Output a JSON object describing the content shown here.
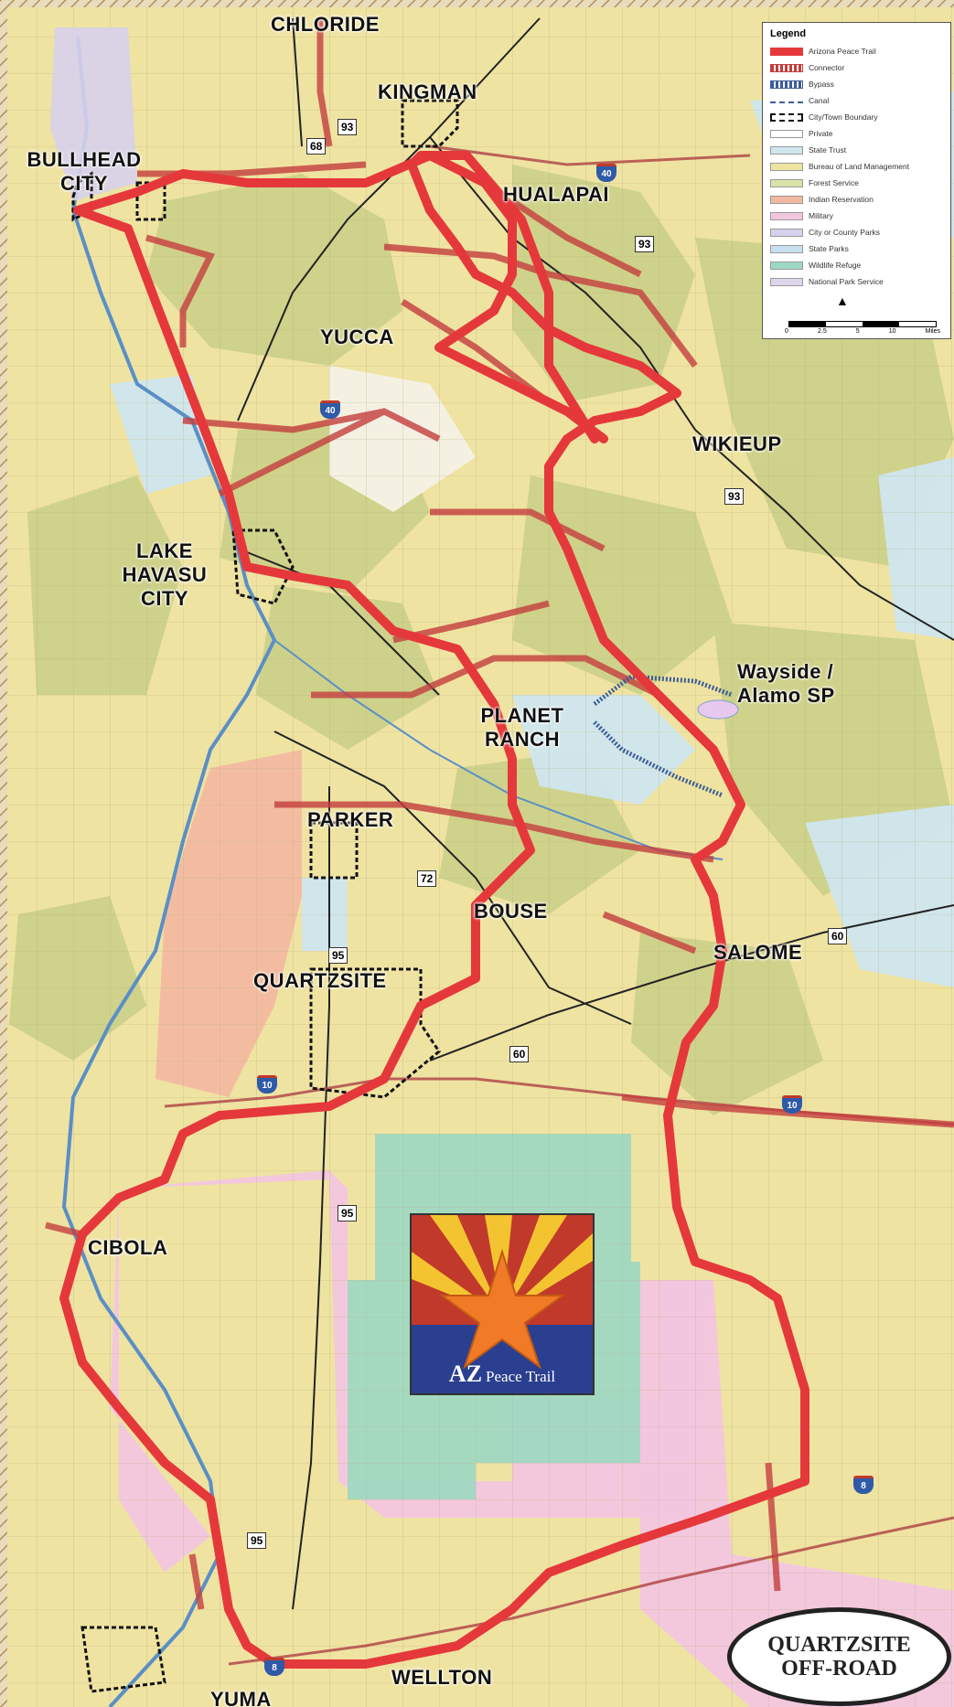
{
  "map": {
    "towns": {
      "chloride": "CHLORIDE",
      "kingman": "KINGMAN",
      "bullhead_1": "BULLHEAD",
      "bullhead_2": "CITY",
      "hualapai": "HUALAPAI",
      "yucca": "YUCCA",
      "wikieup": "WIKIEUP",
      "lake_1": "LAKE",
      "lake_2": "HAVASU",
      "lake_3": "CITY",
      "wayside_1": "Wayside /",
      "wayside_2": "Alamo SP",
      "planet_1": "PLANET",
      "planet_2": "RANCH",
      "parker": "PARKER",
      "bouse": "BOUSE",
      "salome": "SALOME",
      "quartzsite": "QUARTZSITE",
      "cibola": "CIBOLA",
      "wellton": "WELLTON",
      "yuma": "YUMA"
    },
    "highway_shields": {
      "us93_a": "93",
      "sr68": "68",
      "i40_a": "40",
      "us93_b": "93",
      "i40_b": "40",
      "us93_c": "93",
      "sr72": "72",
      "us60_a": "60",
      "us95_a": "95",
      "us60_b": "60",
      "i10_a": "10",
      "i10_b": "10",
      "us95_b": "95",
      "i8_a": "8",
      "us95_c": "95",
      "i8_b": "8"
    },
    "colors": {
      "trail": "#e5383b",
      "blm": "#efe3a2",
      "state_trust": "#cfe6ef",
      "forest": "#d8d48a",
      "reservation": "#f2b9a0",
      "military": "#f2c6df",
      "refuge": "#9fd8c2",
      "topo": "#c9cf86"
    }
  },
  "legend": {
    "title": "Legend",
    "items": [
      {
        "label": "Arizona Peace Trail",
        "swatch": "trail"
      },
      {
        "label": "Connector",
        "swatch": "connector"
      },
      {
        "label": "Bypass",
        "swatch": "bypass"
      },
      {
        "label": "Canal",
        "swatch": "canal"
      },
      {
        "label": "City/Town Boundary",
        "swatch": "boundary"
      },
      {
        "label": "Private",
        "swatch": "#ffffff"
      },
      {
        "label": "State Trust",
        "swatch": "#cfe6ef"
      },
      {
        "label": "Bureau of Land Management",
        "swatch": "#efe3a2"
      },
      {
        "label": "Forest Service",
        "swatch": "#d8e3a8"
      },
      {
        "label": "Indian Reservation",
        "swatch": "#f2b9a0"
      },
      {
        "label": "Military",
        "swatch": "#f2c6df"
      },
      {
        "label": "City or County Parks",
        "swatch": "#d6d0ec"
      },
      {
        "label": "State Parks",
        "swatch": "#c7e0f0"
      },
      {
        "label": "Wildlife Refuge",
        "swatch": "#9fd8c2"
      },
      {
        "label": "National Park Service",
        "swatch": "#ddd6ec"
      }
    ],
    "scale_labels": [
      "0",
      "2.5",
      "5",
      "10"
    ],
    "scale_unit": "Miles"
  },
  "logo": {
    "az": "AZ",
    "peace": "Peace Trail"
  },
  "badge": {
    "line1": "QUARTZSITE",
    "line2": "OFF-ROAD"
  }
}
